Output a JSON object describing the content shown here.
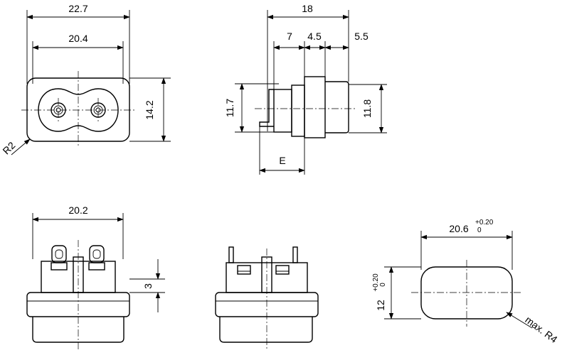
{
  "drawing": {
    "top_view": {
      "overall_width": "22.7",
      "pin_span": "20.4",
      "height": "14.2",
      "corner_radius": "R2"
    },
    "side_view": {
      "overall_length": "18",
      "seg_a": "7",
      "seg_b": "4.5",
      "seg_c": "5.5",
      "left_height": "11.7",
      "right_height": "11.8",
      "e_label": "E"
    },
    "front_view": {
      "width": "20.2",
      "flange_offset": "3"
    },
    "cutout": {
      "width": "20.6",
      "width_tol_upper": "+0.20",
      "width_tol_lower": "0",
      "height": "12",
      "height_tol_upper": "+0.20",
      "height_tol_lower": "0",
      "corner_radius": "max. R4"
    }
  }
}
